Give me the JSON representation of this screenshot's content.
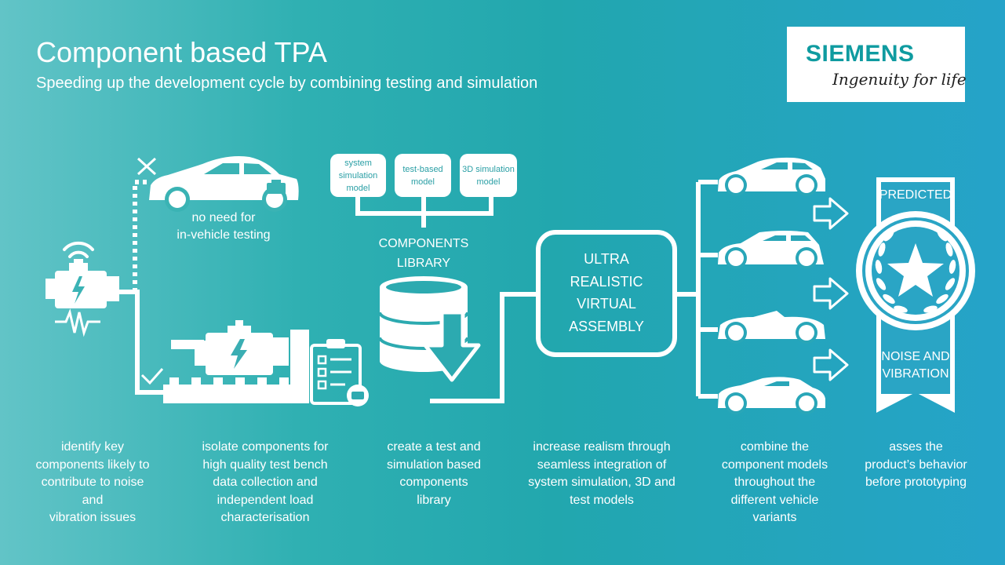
{
  "header": {
    "title": "Component based TPA",
    "subtitle": "Speeding up the development cycle by combining testing and simulation"
  },
  "logo": {
    "word": "SIEMENS",
    "tagline": "Ingenuity for life",
    "color": "#0f9ba0"
  },
  "diagram": {
    "no_test_label": "no need for\nin-vehicle testing",
    "library_models": [
      "system simulation model",
      "test-based model",
      "3D simulation model"
    ],
    "library_title": "COMPONENTS\nLIBRARY",
    "assembly_text": "ULTRA\nREALISTIC\nVIRTUAL\nASSEMBLY",
    "badge_top": "PREDICTED",
    "badge_bottom": "NOISE AND\nVIBRATION"
  },
  "steps": [
    "identify key\ncomponents likely to\ncontribute to noise\nand\nvibration issues",
    "isolate components for\nhigh quality test bench\ndata collection and\nindependent load\ncharacterisation",
    "create a test and\nsimulation based\ncomponents\nlibrary",
    "increase realism through\nseamless integration of\nsystem simulation, 3D and\ntest models",
    "combine the\ncomponent models\nthroughout the\ndifferent vehicle\nvariants",
    "asses the\nproduct’s behavior\nbefore prototyping"
  ],
  "icons": [
    "wifi-icon",
    "engine-icon",
    "vibration-icon",
    "x-mark-icon",
    "check-mark-icon",
    "car-icon",
    "clipboard-icon",
    "database-icon",
    "download-arrow-icon",
    "arrow-right-icon",
    "star-icon",
    "laurel-icon"
  ],
  "colors": {
    "background": "#2fb0b2",
    "accent": "#ffffff"
  }
}
